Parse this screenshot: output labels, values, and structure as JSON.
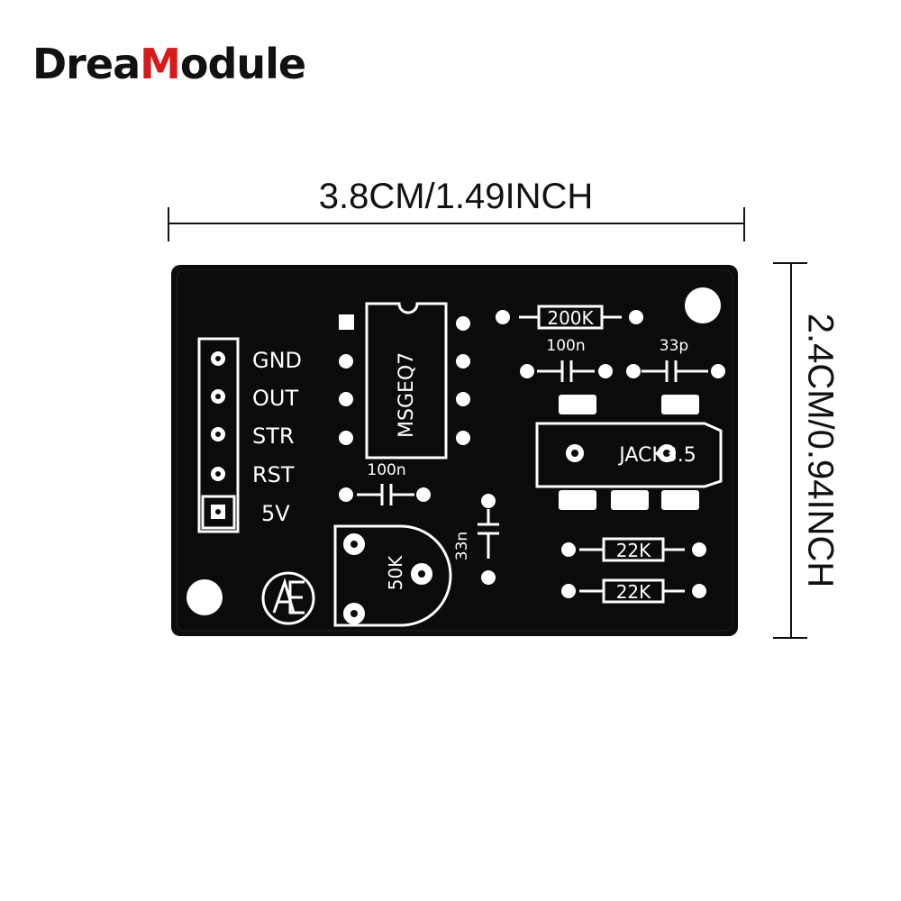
{
  "brand": {
    "prefix": "Drea",
    "accent": "M",
    "suffix": "odule",
    "accent_color": "#d81a1a"
  },
  "dimensions": {
    "width_label": "3.8CM/1.49INCH",
    "height_label": "2.4CM/0.94INCH"
  },
  "board": {
    "color": "#0b0b0b",
    "silkscreen_color": "#ffffff",
    "header_pins": [
      "GND",
      "OUT",
      "STR",
      "RST",
      "5V"
    ],
    "ic_label": "MSGEQ7",
    "resistor_top": "200K",
    "cap_top_left": "100n",
    "cap_top_right": "33p",
    "jack_label": "JACK3.5",
    "cap_mid": "100n",
    "cap_vertical": "33n",
    "pot_label": "50K",
    "resistor_1": "22K",
    "resistor_2": "22K",
    "logo_icon": "ae-logo-icon"
  }
}
